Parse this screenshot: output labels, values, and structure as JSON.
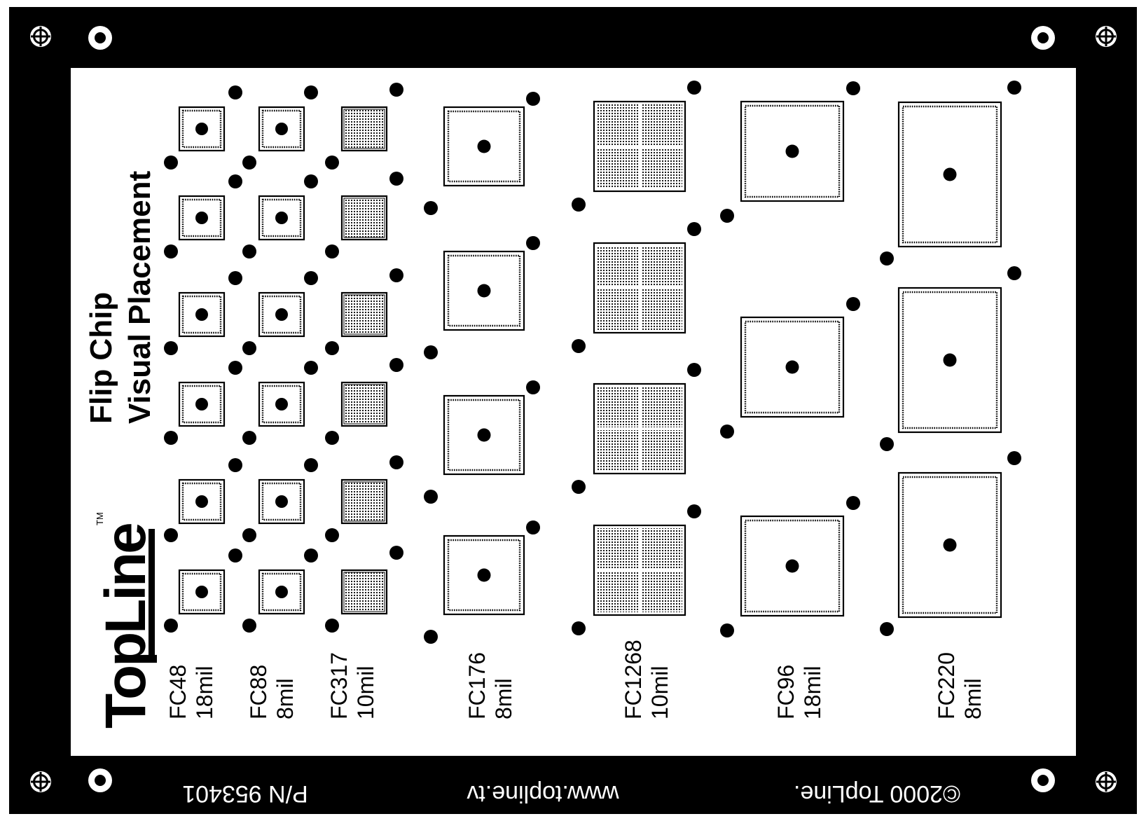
{
  "brand": {
    "logo_text": "TopLine",
    "trademark": "TM"
  },
  "title": {
    "line1": "Flip Chip",
    "line2": "Visual Placement"
  },
  "footer": {
    "part_number": "P/N 953401",
    "website": "www.topline.tv",
    "copyright": "©2000 TopLine."
  },
  "colors": {
    "frame": "#000000",
    "panel": "#ffffff",
    "ink": "#000000"
  },
  "icons": {
    "registration": "crosshair-target-icon",
    "tooling_hole": "ring-hole-icon"
  },
  "components": [
    {
      "name": "FC48",
      "pitch": "18mil",
      "count": 6,
      "pattern": "perimeter"
    },
    {
      "name": "FC88",
      "pitch": "8mil",
      "count": 6,
      "pattern": "perimeter"
    },
    {
      "name": "FC317",
      "pitch": "10mil",
      "count": 6,
      "pattern": "full-array"
    },
    {
      "name": "FC176",
      "pitch": "8mil",
      "count": 4,
      "pattern": "perimeter-large"
    },
    {
      "name": "FC1268",
      "pitch": "10mil",
      "count": 4,
      "pattern": "quad-array"
    },
    {
      "name": "FC96",
      "pitch": "18mil",
      "count": 3,
      "pattern": "perimeter-large"
    },
    {
      "name": "FC220",
      "pitch": "8mil",
      "count": 3,
      "pattern": "perimeter-large"
    }
  ]
}
